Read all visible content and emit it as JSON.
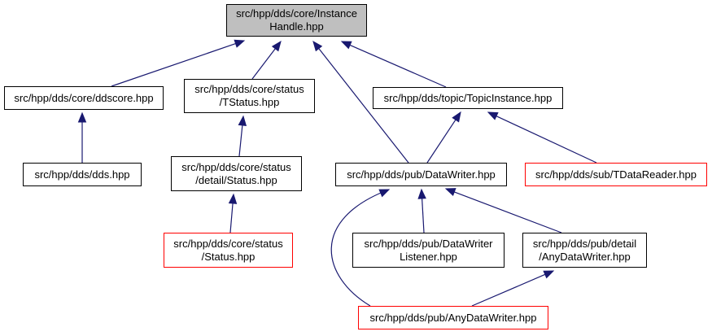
{
  "colors": {
    "edge": "#191970",
    "normal_border": "#000000",
    "highlight_border": "#ff0000",
    "root_fill": "#bfbfbf",
    "node_fill": "#ffffff"
  },
  "nodes": {
    "instance_handle": {
      "lines": [
        "src/hpp/dds/core/Instance",
        "Handle.hpp"
      ],
      "style": "root"
    },
    "ddscore": {
      "lines": [
        "src/hpp/dds/core/ddscore.hpp"
      ],
      "style": "normal"
    },
    "tstatus": {
      "lines": [
        "src/hpp/dds/core/status",
        "/TStatus.hpp"
      ],
      "style": "normal"
    },
    "topic_instance": {
      "lines": [
        "src/hpp/dds/topic/TopicInstance.hpp"
      ],
      "style": "normal"
    },
    "dds": {
      "lines": [
        "src/hpp/dds/dds.hpp"
      ],
      "style": "normal"
    },
    "detail_status": {
      "lines": [
        "src/hpp/dds/core/status",
        "/detail/Status.hpp"
      ],
      "style": "normal"
    },
    "data_writer": {
      "lines": [
        "src/hpp/dds/pub/DataWriter.hpp"
      ],
      "style": "normal"
    },
    "tdata_reader": {
      "lines": [
        "src/hpp/dds/sub/TDataReader.hpp"
      ],
      "style": "red"
    },
    "status": {
      "lines": [
        "src/hpp/dds/core/status",
        "/Status.hpp"
      ],
      "style": "red"
    },
    "data_writer_listener": {
      "lines": [
        "src/hpp/dds/pub/DataWriter",
        "Listener.hpp"
      ],
      "style": "normal"
    },
    "detail_any_data_writer": {
      "lines": [
        "src/hpp/dds/pub/detail",
        "/AnyDataWriter.hpp"
      ],
      "style": "normal"
    },
    "any_data_writer": {
      "lines": [
        "src/hpp/dds/pub/AnyDataWriter.hpp"
      ],
      "style": "red"
    }
  },
  "edges": [
    {
      "from": "ddscore",
      "to": "instance_handle"
    },
    {
      "from": "tstatus",
      "to": "instance_handle"
    },
    {
      "from": "data_writer",
      "to": "instance_handle"
    },
    {
      "from": "topic_instance",
      "to": "instance_handle"
    },
    {
      "from": "dds",
      "to": "ddscore"
    },
    {
      "from": "detail_status",
      "to": "tstatus"
    },
    {
      "from": "status",
      "to": "detail_status"
    },
    {
      "from": "data_writer",
      "to": "topic_instance"
    },
    {
      "from": "tdata_reader",
      "to": "topic_instance"
    },
    {
      "from": "data_writer_listener",
      "to": "data_writer"
    },
    {
      "from": "detail_any_data_writer",
      "to": "data_writer"
    },
    {
      "from": "any_data_writer",
      "to": "data_writer"
    },
    {
      "from": "any_data_writer",
      "to": "detail_any_data_writer"
    }
  ]
}
